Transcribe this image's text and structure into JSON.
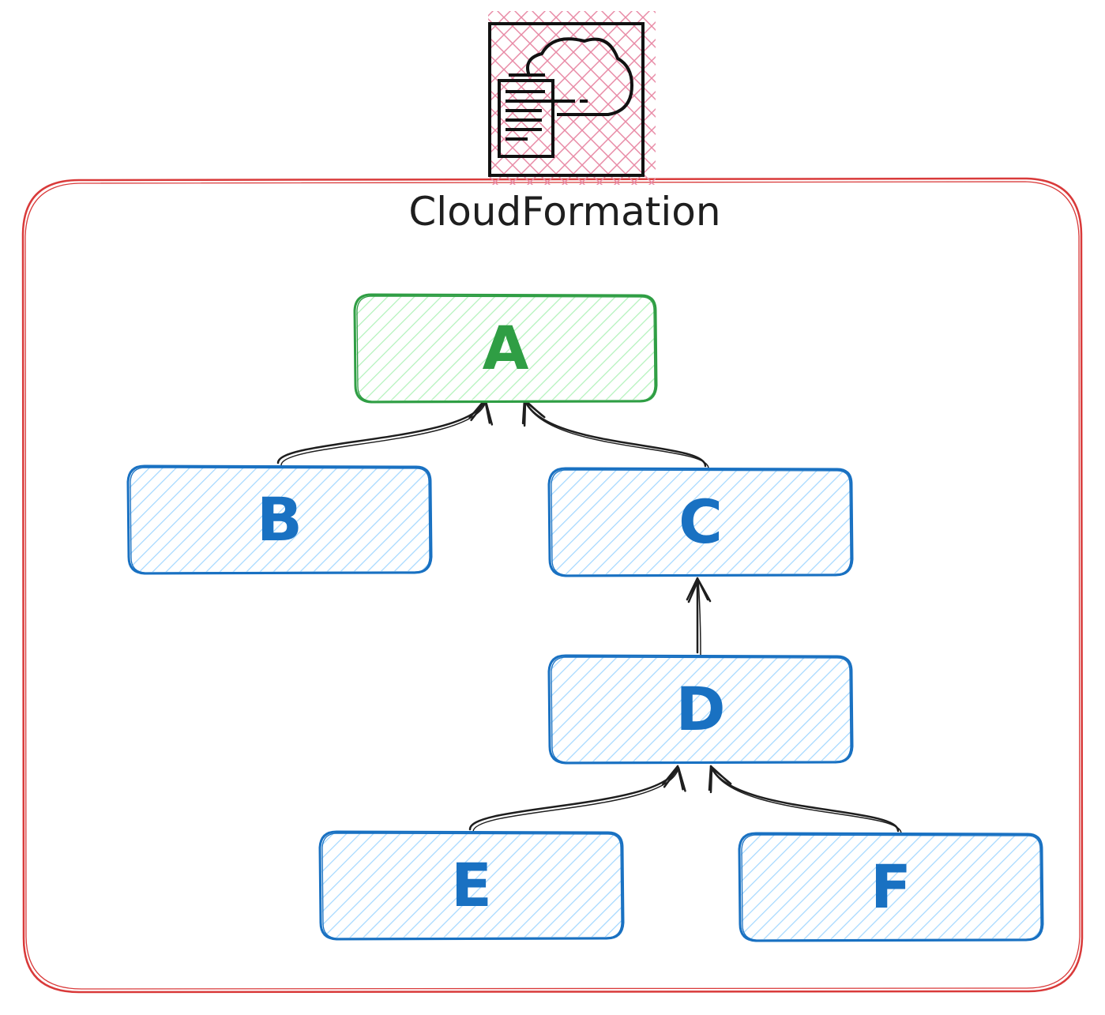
{
  "container": {
    "title": "CloudFormation",
    "border_color": "#d93a3a",
    "icon": "cloudformation-icon",
    "icon_fill": "#e88aa5"
  },
  "nodes": [
    {
      "id": "A",
      "label": "A",
      "stroke": "#2f9e44",
      "fill": "#b2f2bb",
      "text_color": "#2f9e44"
    },
    {
      "id": "B",
      "label": "B",
      "stroke": "#1971c2",
      "fill": "#a5d8ff",
      "text_color": "#1971c2"
    },
    {
      "id": "C",
      "label": "C",
      "stroke": "#1971c2",
      "fill": "#a5d8ff",
      "text_color": "#1971c2"
    },
    {
      "id": "D",
      "label": "D",
      "stroke": "#1971c2",
      "fill": "#a5d8ff",
      "text_color": "#1971c2"
    },
    {
      "id": "E",
      "label": "E",
      "stroke": "#1971c2",
      "fill": "#a5d8ff",
      "text_color": "#1971c2"
    },
    {
      "id": "F",
      "label": "F",
      "stroke": "#1971c2",
      "fill": "#a5d8ff",
      "text_color": "#1971c2"
    }
  ],
  "edges": [
    {
      "from": "B",
      "to": "A"
    },
    {
      "from": "C",
      "to": "A"
    },
    {
      "from": "D",
      "to": "C"
    },
    {
      "from": "E",
      "to": "D"
    },
    {
      "from": "F",
      "to": "D"
    }
  ],
  "arrow_color": "#1e1e1e"
}
